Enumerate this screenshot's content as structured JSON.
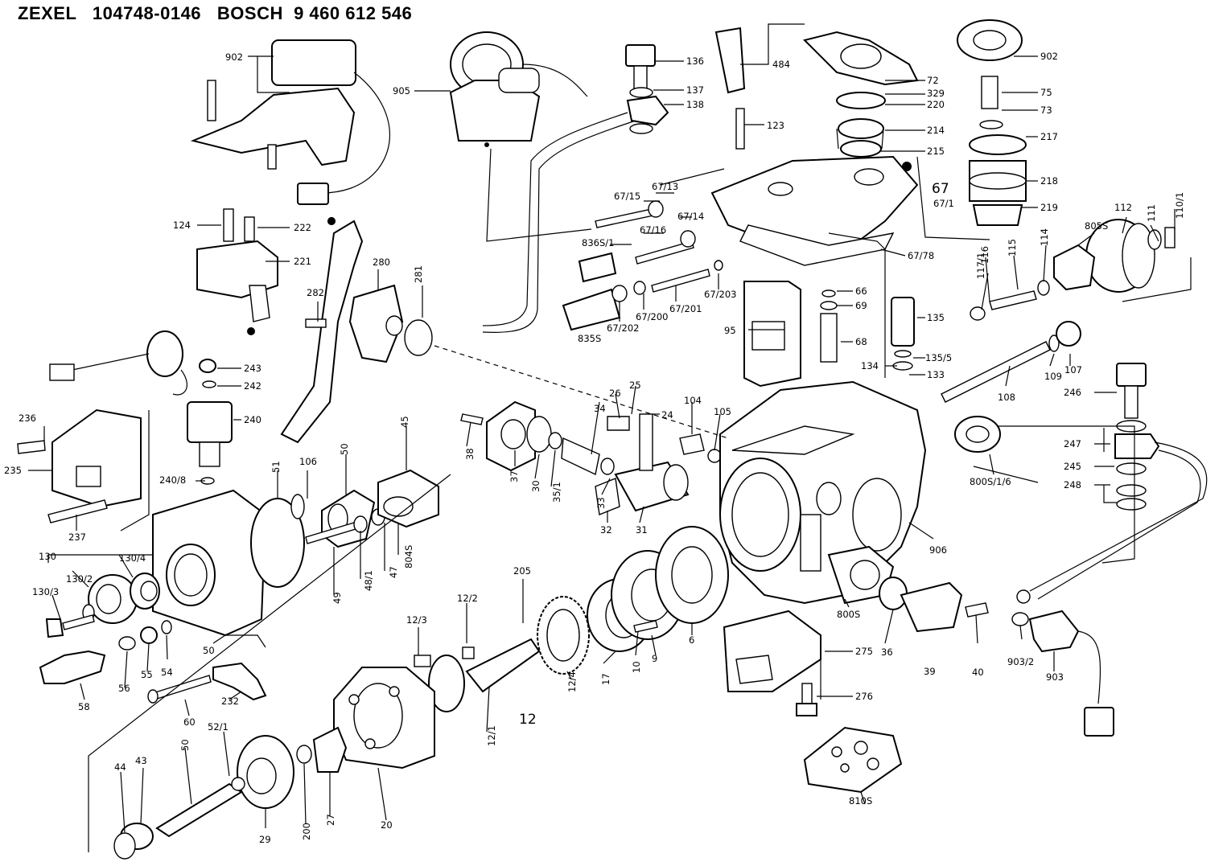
{
  "header": {
    "brand1": "ZEXEL",
    "part1": "104748-0146",
    "brand2": "BOSCH",
    "part2": "9 460 612 546"
  },
  "callouts": [
    "902",
    "905",
    "136",
    "137",
    "138",
    "484",
    "72",
    "329",
    "220",
    "214",
    "215",
    "902",
    "75",
    "73",
    "217",
    "218",
    "219",
    "123",
    "67/13",
    "67/15",
    "67/14",
    "67/16",
    "836S/1",
    "67",
    "67/1",
    "67/78",
    "67/203",
    "67/201",
    "67/200",
    "67/202",
    "835S",
    "124",
    "222",
    "221",
    "282",
    "280",
    "281",
    "95",
    "66",
    "69",
    "68",
    "135",
    "135/5",
    "134",
    "133",
    "112",
    "111",
    "110/1",
    "805S",
    "117/1",
    "116",
    "115",
    "114",
    "109",
    "107",
    "108",
    "246",
    "247",
    "245",
    "248",
    "243",
    "242",
    "240",
    "236",
    "235",
    "240/8",
    "237",
    "51",
    "106",
    "50",
    "45",
    "804S",
    "48/1",
    "47",
    "49",
    "38",
    "37",
    "30",
    "35/1",
    "34",
    "26",
    "25",
    "24",
    "104",
    "105",
    "33",
    "32",
    "31",
    "130",
    "130/4",
    "130/2",
    "130/3",
    "50",
    "58",
    "56",
    "55",
    "54",
    "60",
    "232",
    "800S/1/6",
    "906",
    "800S",
    "36",
    "39",
    "40",
    "903/2",
    "903",
    "275",
    "276",
    "810S",
    "205",
    "12/2",
    "12/3",
    "12/4",
    "17",
    "10",
    "9",
    "6",
    "12/1",
    "12",
    "52/1",
    "50",
    "44",
    "43",
    "29",
    "200",
    "27",
    "20"
  ]
}
